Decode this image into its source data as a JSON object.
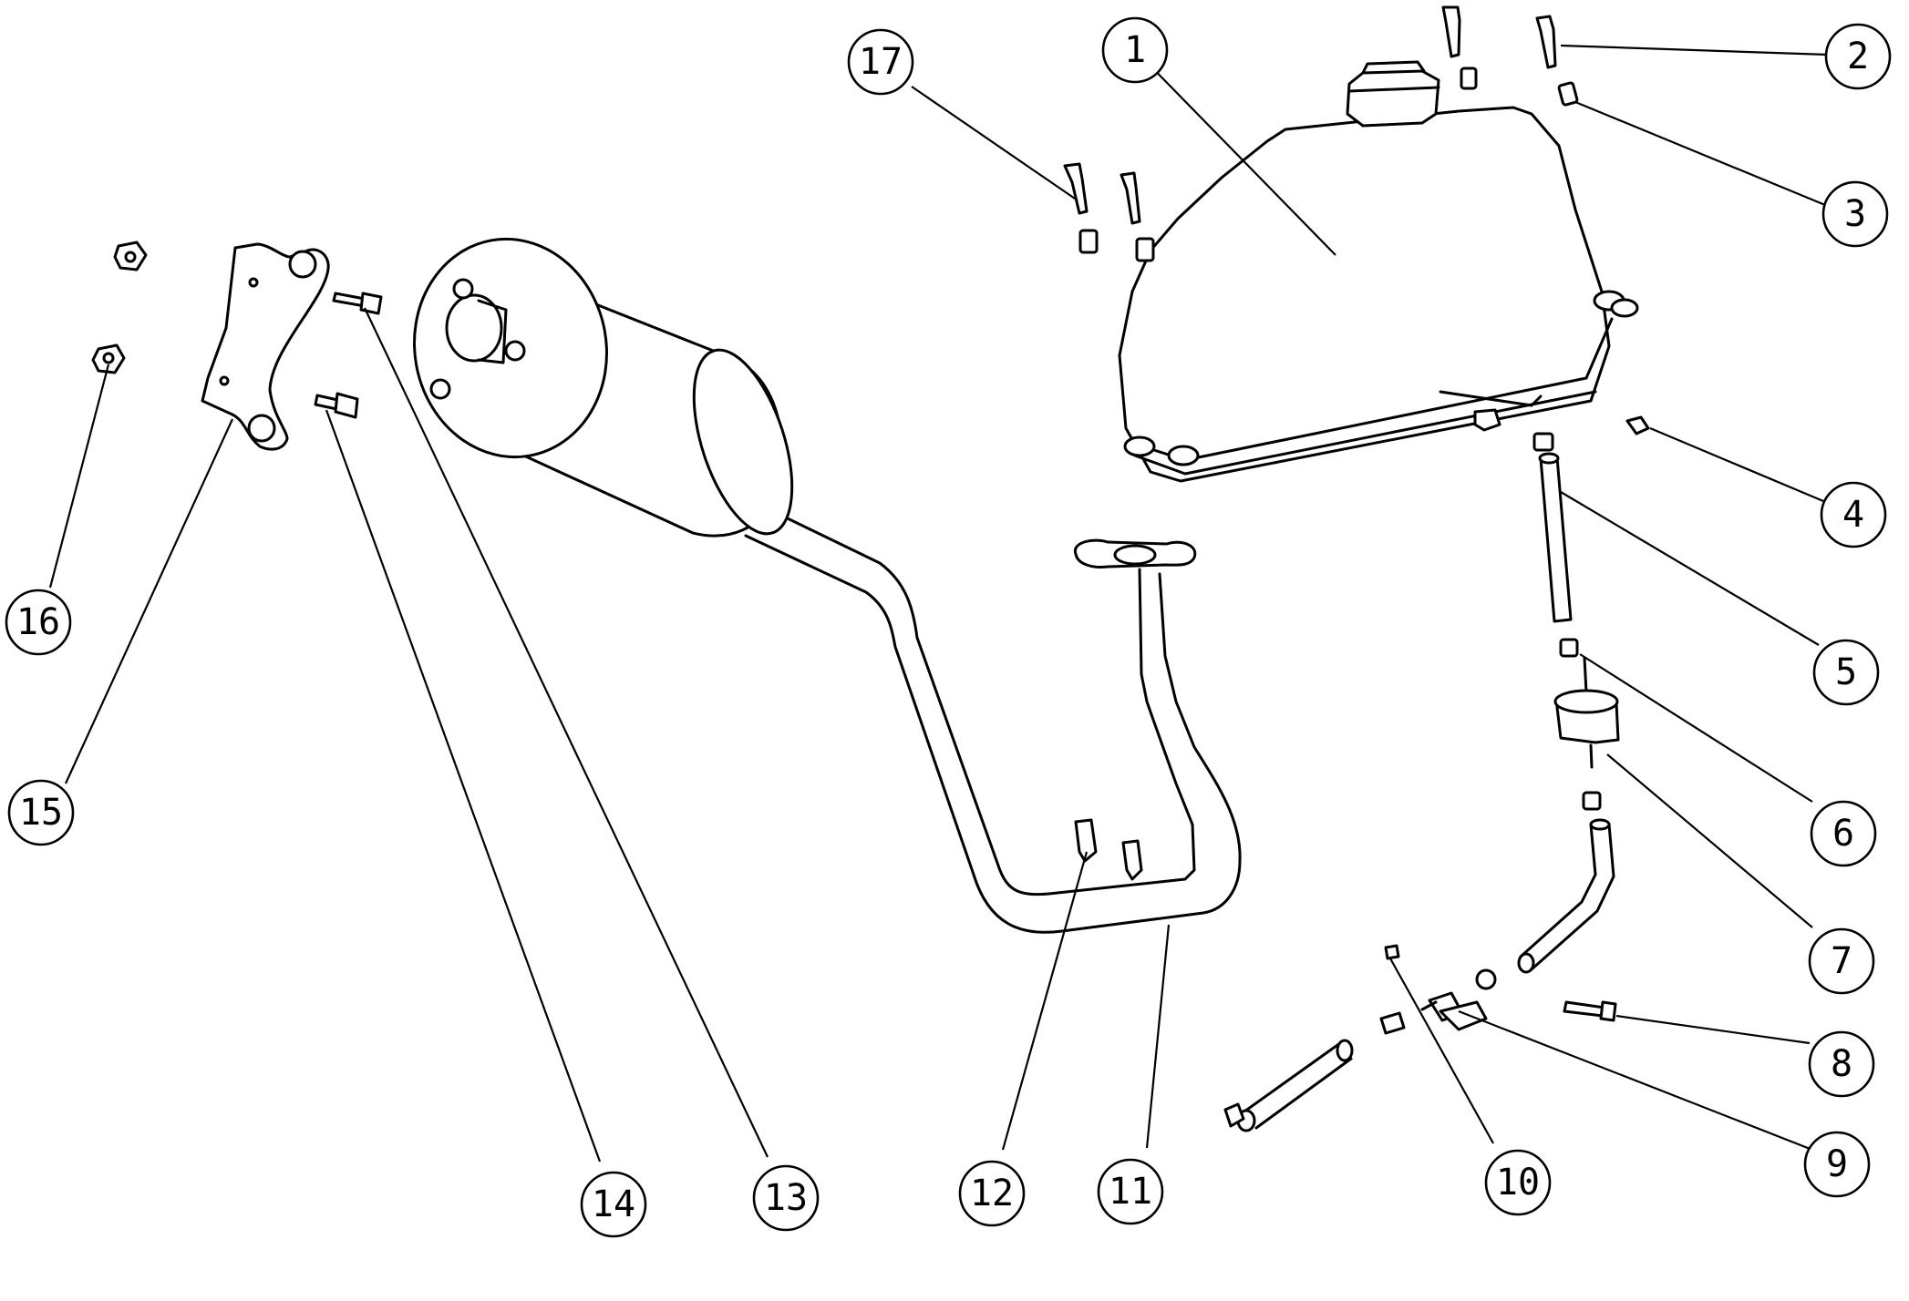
{
  "diagram": {
    "callouts": [
      {
        "id": "c1",
        "number": "1"
      },
      {
        "id": "c2",
        "number": "2"
      },
      {
        "id": "c3",
        "number": "3"
      },
      {
        "id": "c4",
        "number": "4"
      },
      {
        "id": "c5",
        "number": "5"
      },
      {
        "id": "c6",
        "number": "6"
      },
      {
        "id": "c7",
        "number": "7"
      },
      {
        "id": "c8",
        "number": "8"
      },
      {
        "id": "c9",
        "number": "9"
      },
      {
        "id": "c10",
        "number": "10"
      },
      {
        "id": "c11",
        "number": "11"
      },
      {
        "id": "c12",
        "number": "12"
      },
      {
        "id": "c13",
        "number": "13"
      },
      {
        "id": "c14",
        "number": "14"
      },
      {
        "id": "c15",
        "number": "15"
      },
      {
        "id": "c16",
        "number": "16"
      },
      {
        "id": "c17",
        "number": "17"
      }
    ]
  }
}
